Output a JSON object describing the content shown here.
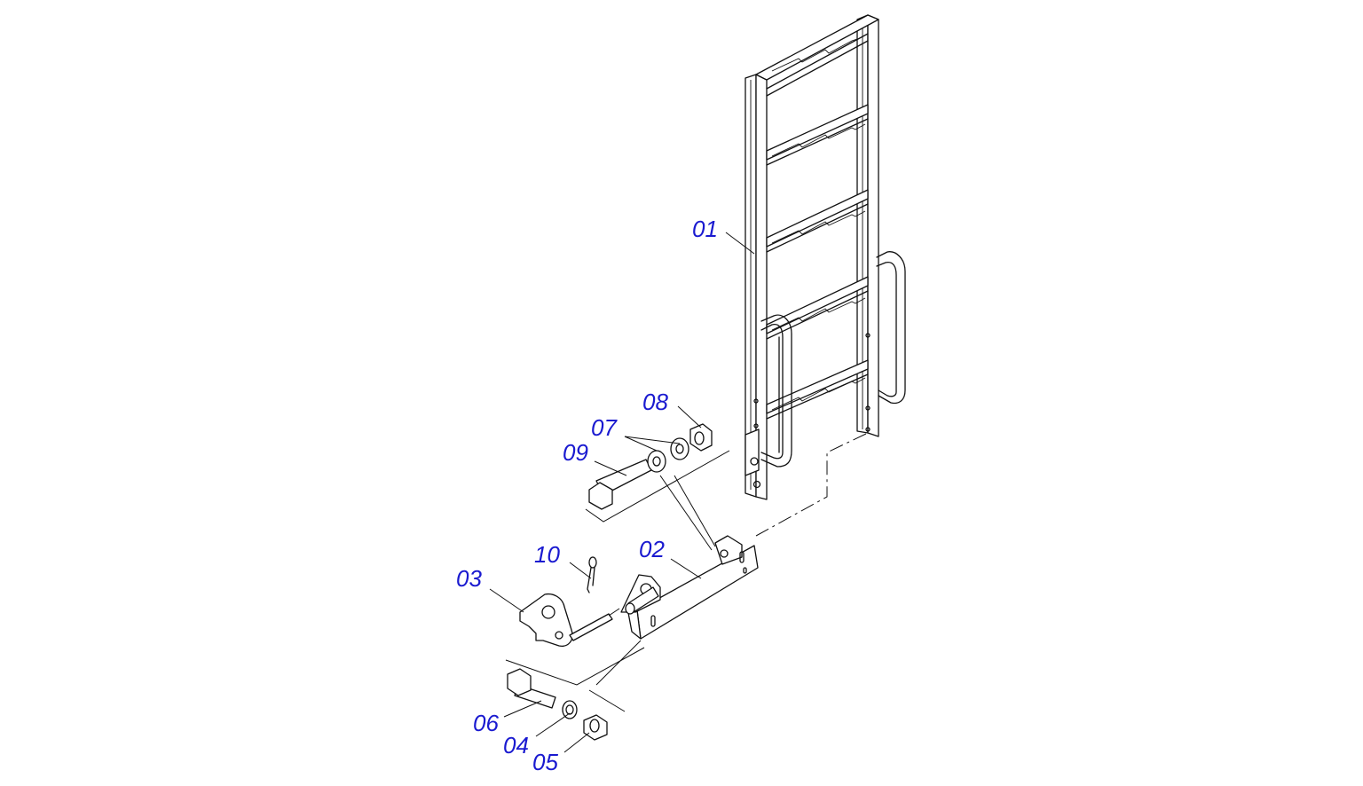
{
  "labels": {
    "p01": "01",
    "p02": "02",
    "p03": "03",
    "p04": "04",
    "p05": "05",
    "p06": "06",
    "p07": "07",
    "p08": "08",
    "p09": "09",
    "p10": "10"
  },
  "colors": {
    "label": "#1a1ad0",
    "line": "#111111",
    "background": "#ffffff"
  }
}
